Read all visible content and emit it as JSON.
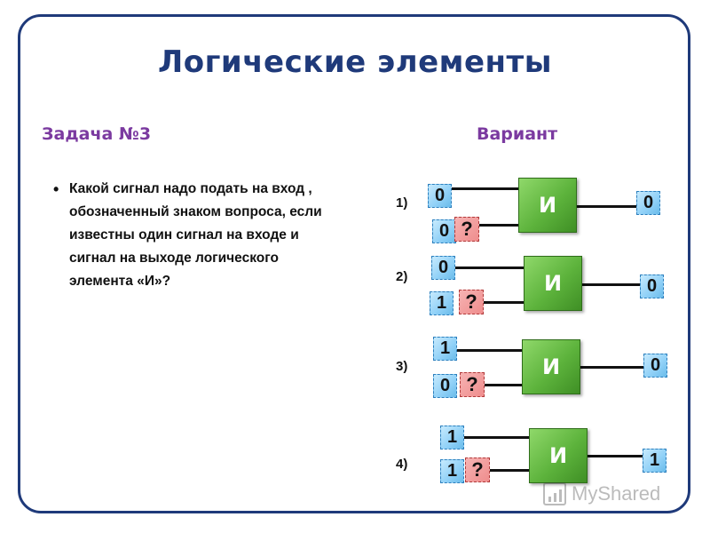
{
  "title": "Логические элементы",
  "task_label": "Задача №3",
  "variant_label": "Вариант",
  "question": "Какой сигнал надо подать на вход , обозначенный знаком вопроса, если известны один сигнал на входе и сигнал на выходе логического элемента «И»?",
  "gate_label": "И",
  "unknown_mark": "?",
  "variants": [
    {
      "number": "1)",
      "input_top": "0",
      "input_bottom": "0",
      "output": "0"
    },
    {
      "number": "2)",
      "input_top": "0",
      "input_bottom": "1",
      "output": "0"
    },
    {
      "number": "3)",
      "input_top": "1",
      "input_bottom": "0",
      "output": "0"
    },
    {
      "number": "4)",
      "input_top": "1",
      "input_bottom": "1",
      "output": "1"
    }
  ],
  "watermark": "MyShared",
  "colors": {
    "title": "#1f3a7a",
    "subtitle": "#7b3aa0",
    "gate": "#5db33c",
    "bit": "#8fd0f7",
    "unknown": "#ef8d8d"
  },
  "icons": {
    "bullet": "bullet-icon",
    "watermark": "chart-icon"
  }
}
